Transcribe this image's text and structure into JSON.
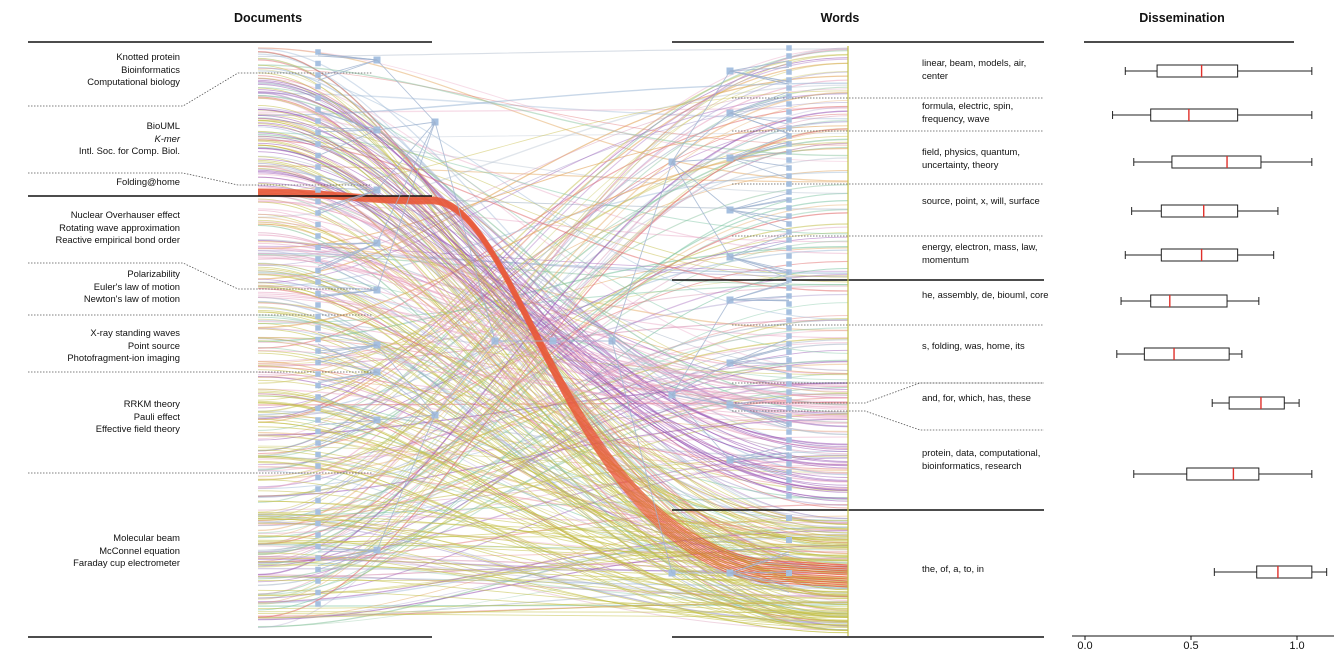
{
  "headers": {
    "documents": "Documents",
    "words": "Words",
    "dissemination": "Dissemination"
  },
  "documents": {
    "groups": [
      {
        "labels": [
          "Knotted protein",
          "Bioinformatics",
          "Computational biology"
        ],
        "color": "#9db8d6"
      },
      {
        "labels": [
          "BioUML",
          "K-mer",
          "Intl. Soc. for Comp. Biol."
        ],
        "color": "#c9c050"
      },
      {
        "labels": [
          "Folding@home"
        ],
        "color": "#e85a3a"
      },
      {
        "labels": [
          "Nuclear Overhauser effect",
          "Rotating wave approximation",
          "Reactive empirical bond order"
        ],
        "color": "#a8b6c8"
      },
      {
        "labels": [
          "Polarizability",
          "Euler's law of motion",
          "Newton's law of motion"
        ],
        "color": "#e3a45a"
      },
      {
        "labels": [
          "X-ray standing waves",
          "Point source",
          "Photofragment-ion imaging"
        ],
        "color": "#8bc4a0"
      },
      {
        "labels": [
          "RRKM theory",
          "Pauli effect",
          "Effective field theory"
        ],
        "color": "#d68fb0"
      },
      {
        "labels": [
          "Molecular beam",
          "McConnel equation",
          "Faraday cup electrometer"
        ],
        "color": "#7fc6a4"
      }
    ]
  },
  "words": {
    "groups": [
      {
        "text": "linear, beam, models, air, center",
        "color": "#c9c050"
      },
      {
        "text": "formula, electric, spin, frequency, wave",
        "color": "#c9c050"
      },
      {
        "text": "field, physics, quantum, uncertainty, theory",
        "color": "#b0a4d0"
      },
      {
        "text": "source, point, x, will, surface",
        "color": "#d9a0c0"
      },
      {
        "text": "energy, electron, mass, law, momentum",
        "color": "#c9c050"
      },
      {
        "text": "he, assembly, de, biouml, core",
        "color": "#9db8d6"
      },
      {
        "text": "s, folding, was, home, its",
        "color": "#c9c050"
      },
      {
        "text": "and, for, which, has, these",
        "color": "#e8a0c0"
      },
      {
        "text": "protein, data, computational, bioinformatics, research",
        "color": "#9b59b6"
      },
      {
        "text": "the, of, a, to, in",
        "color": "#c7c45a"
      }
    ]
  },
  "dissemination": {
    "axis_ticks": [
      "0.0",
      "0.5",
      "1.0"
    ],
    "xlim": [
      0.0,
      1.0
    ],
    "boxes": [
      {
        "min": 0.19,
        "q1": 0.34,
        "median": 0.55,
        "q3": 0.72,
        "max": 1.07
      },
      {
        "min": 0.13,
        "q1": 0.31,
        "median": 0.49,
        "q3": 0.72,
        "max": 1.07
      },
      {
        "min": 0.23,
        "q1": 0.41,
        "median": 0.67,
        "q3": 0.83,
        "max": 1.07
      },
      {
        "min": 0.22,
        "q1": 0.36,
        "median": 0.56,
        "q3": 0.72,
        "max": 0.91
      },
      {
        "min": 0.19,
        "q1": 0.36,
        "median": 0.55,
        "q3": 0.72,
        "max": 0.89
      },
      {
        "min": 0.17,
        "q1": 0.31,
        "median": 0.4,
        "q3": 0.67,
        "max": 0.82
      },
      {
        "min": 0.15,
        "q1": 0.28,
        "median": 0.42,
        "q3": 0.68,
        "max": 0.74
      },
      {
        "min": 0.6,
        "q1": 0.68,
        "median": 0.83,
        "q3": 0.94,
        "max": 1.01
      },
      {
        "min": 0.23,
        "q1": 0.48,
        "median": 0.7,
        "q3": 0.82,
        "max": 1.07
      },
      {
        "min": 0.61,
        "q1": 0.81,
        "median": 0.91,
        "q3": 1.07,
        "max": 1.14
      }
    ],
    "box_color": "#222222",
    "median_color": "#e0302a"
  },
  "colors": {
    "rule": "#111111",
    "node": "#a6c0e0",
    "edge": "#9fb3cf",
    "divider": "#555555"
  }
}
